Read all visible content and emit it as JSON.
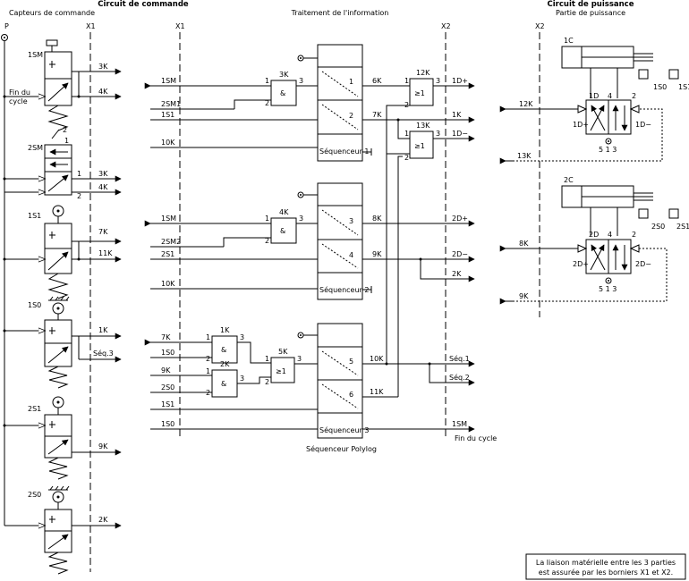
{
  "headers": {
    "command_circuit": "Circuit de commande",
    "sensors": "Capteurs de commande",
    "processing": "Traitement de l'information",
    "power_circuit": "Circuit de puissance",
    "power_part": "Partie de puissance"
  },
  "terminals": {
    "p": "P",
    "x1_left": "X1",
    "x1_mid": "X1",
    "x2_mid": "X2",
    "x2_right": "X2"
  },
  "sensors": {
    "s1sm": "1SM",
    "s2sm": "2SM",
    "s1s1": "1S1",
    "s1s0": "1S0",
    "s2s1": "2S1",
    "s2s0": "2S0",
    "end_cycle_1": "Fin du",
    "end_cycle_2": "cycle",
    "port1": "1",
    "port2": "2"
  },
  "left_signals": {
    "k3a": "3K",
    "k4a": "4K",
    "k3b": "3K",
    "k4b": "4K",
    "k7": "7K",
    "k11": "11K",
    "k1": "1K",
    "seq3": "Séq.3",
    "k9": "9K",
    "k2": "2K"
  },
  "seq1": {
    "in_1sm": "1SM",
    "in_2sm1": "2SM1",
    "in_1s1": "1S1",
    "in_10k": "10K",
    "and_label": "3K",
    "and_sym": "&",
    "p1": "1",
    "p2": "2",
    "p3": "3",
    "step1": "1",
    "step2": "2",
    "name": "Séquenceur 1",
    "out_6k": "6K",
    "out_7k": "7K",
    "or12_label": "12K",
    "or13_label": "13K",
    "or_sym": "≥1",
    "o1": "1",
    "o2": "2",
    "o3": "3",
    "o4": "1",
    "o5": "2",
    "o6": "3",
    "out_1dp": "1D+",
    "out_1k": "1K",
    "out_1dm": "1D−"
  },
  "seq2": {
    "in_1sm": "1SM",
    "in_2sm2": "2SM2",
    "in_2s1": "2S1",
    "in_10k": "10K",
    "and_label": "4K",
    "and_sym": "&",
    "p1": "1",
    "p2": "2",
    "p3": "3",
    "step3": "3",
    "step4": "4",
    "name": "Séquenceur 2",
    "out_8k": "8K",
    "out_9k": "9K",
    "out_2dp": "2D+",
    "out_2dm": "2D−",
    "out_2k": "2K"
  },
  "seq3": {
    "in_7k": "7K",
    "in_1s0": "1S0",
    "in_9k": "9K",
    "in_2s0": "2S0",
    "in_1s1": "1S1",
    "in_1s0b": "1S0",
    "and1_label": "1K",
    "and2_label": "2K",
    "and_sym": "&",
    "or_label": "5K",
    "or_sym": "≥1",
    "a1": "1",
    "a2": "2",
    "a3": "3",
    "b1": "1",
    "b2": "2",
    "b3": "3",
    "c1": "1",
    "c2": "2",
    "c3": "3",
    "step5": "5",
    "step6": "6",
    "name": "Séquenceur 3",
    "out_10k": "10K",
    "out_11k": "11K",
    "out_seq1": "Séq.1",
    "out_seq2": "Séq.2",
    "out_1sm": "1SM",
    "end_cycle": "Fin du cycle",
    "polylog": "Séquenceur Polylog"
  },
  "power": {
    "c1": "1C",
    "c2": "2C",
    "s1s0": "1S0",
    "s1s1": "1S1",
    "s2s0": "2S0",
    "s2s1": "2S1",
    "in_12k": "12K",
    "in_13k": "13K",
    "in_8k": "8K",
    "in_9k": "9K",
    "v1": "1D",
    "v2": "2D",
    "v1p": "1D+",
    "v1m": "1D−",
    "v2p": "2D+",
    "v2m": "2D−",
    "port4a": "4",
    "port2a": "2",
    "port4b": "4",
    "port2b": "2",
    "exh_a": "5  1  3",
    "exh_b": "5  1  3"
  },
  "note": {
    "line1": "La liaison matérielle entre les 3 parties",
    "line2": "est assurée par les borniers X1 et X2."
  }
}
